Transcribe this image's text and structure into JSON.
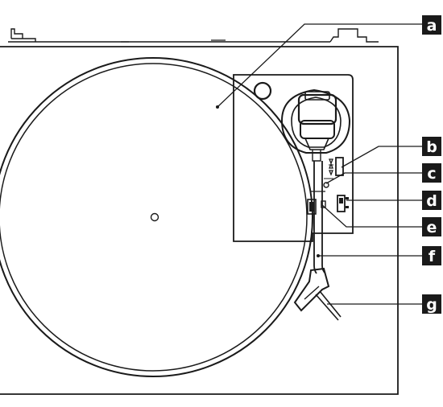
{
  "callouts": [
    {
      "id": "platter",
      "letter": "a"
    },
    {
      "id": "cue-lever",
      "letter": "b"
    },
    {
      "id": "tonearm-lock",
      "letter": "c"
    },
    {
      "id": "speed-switch",
      "letter": "d"
    },
    {
      "id": "arm-rest",
      "letter": "e"
    },
    {
      "id": "tonearm",
      "letter": "f"
    },
    {
      "id": "headshell",
      "letter": "g"
    }
  ],
  "colors": {
    "ink": "#1a1a1a",
    "paper": "#ffffff",
    "panel": "#f2f2f2"
  }
}
